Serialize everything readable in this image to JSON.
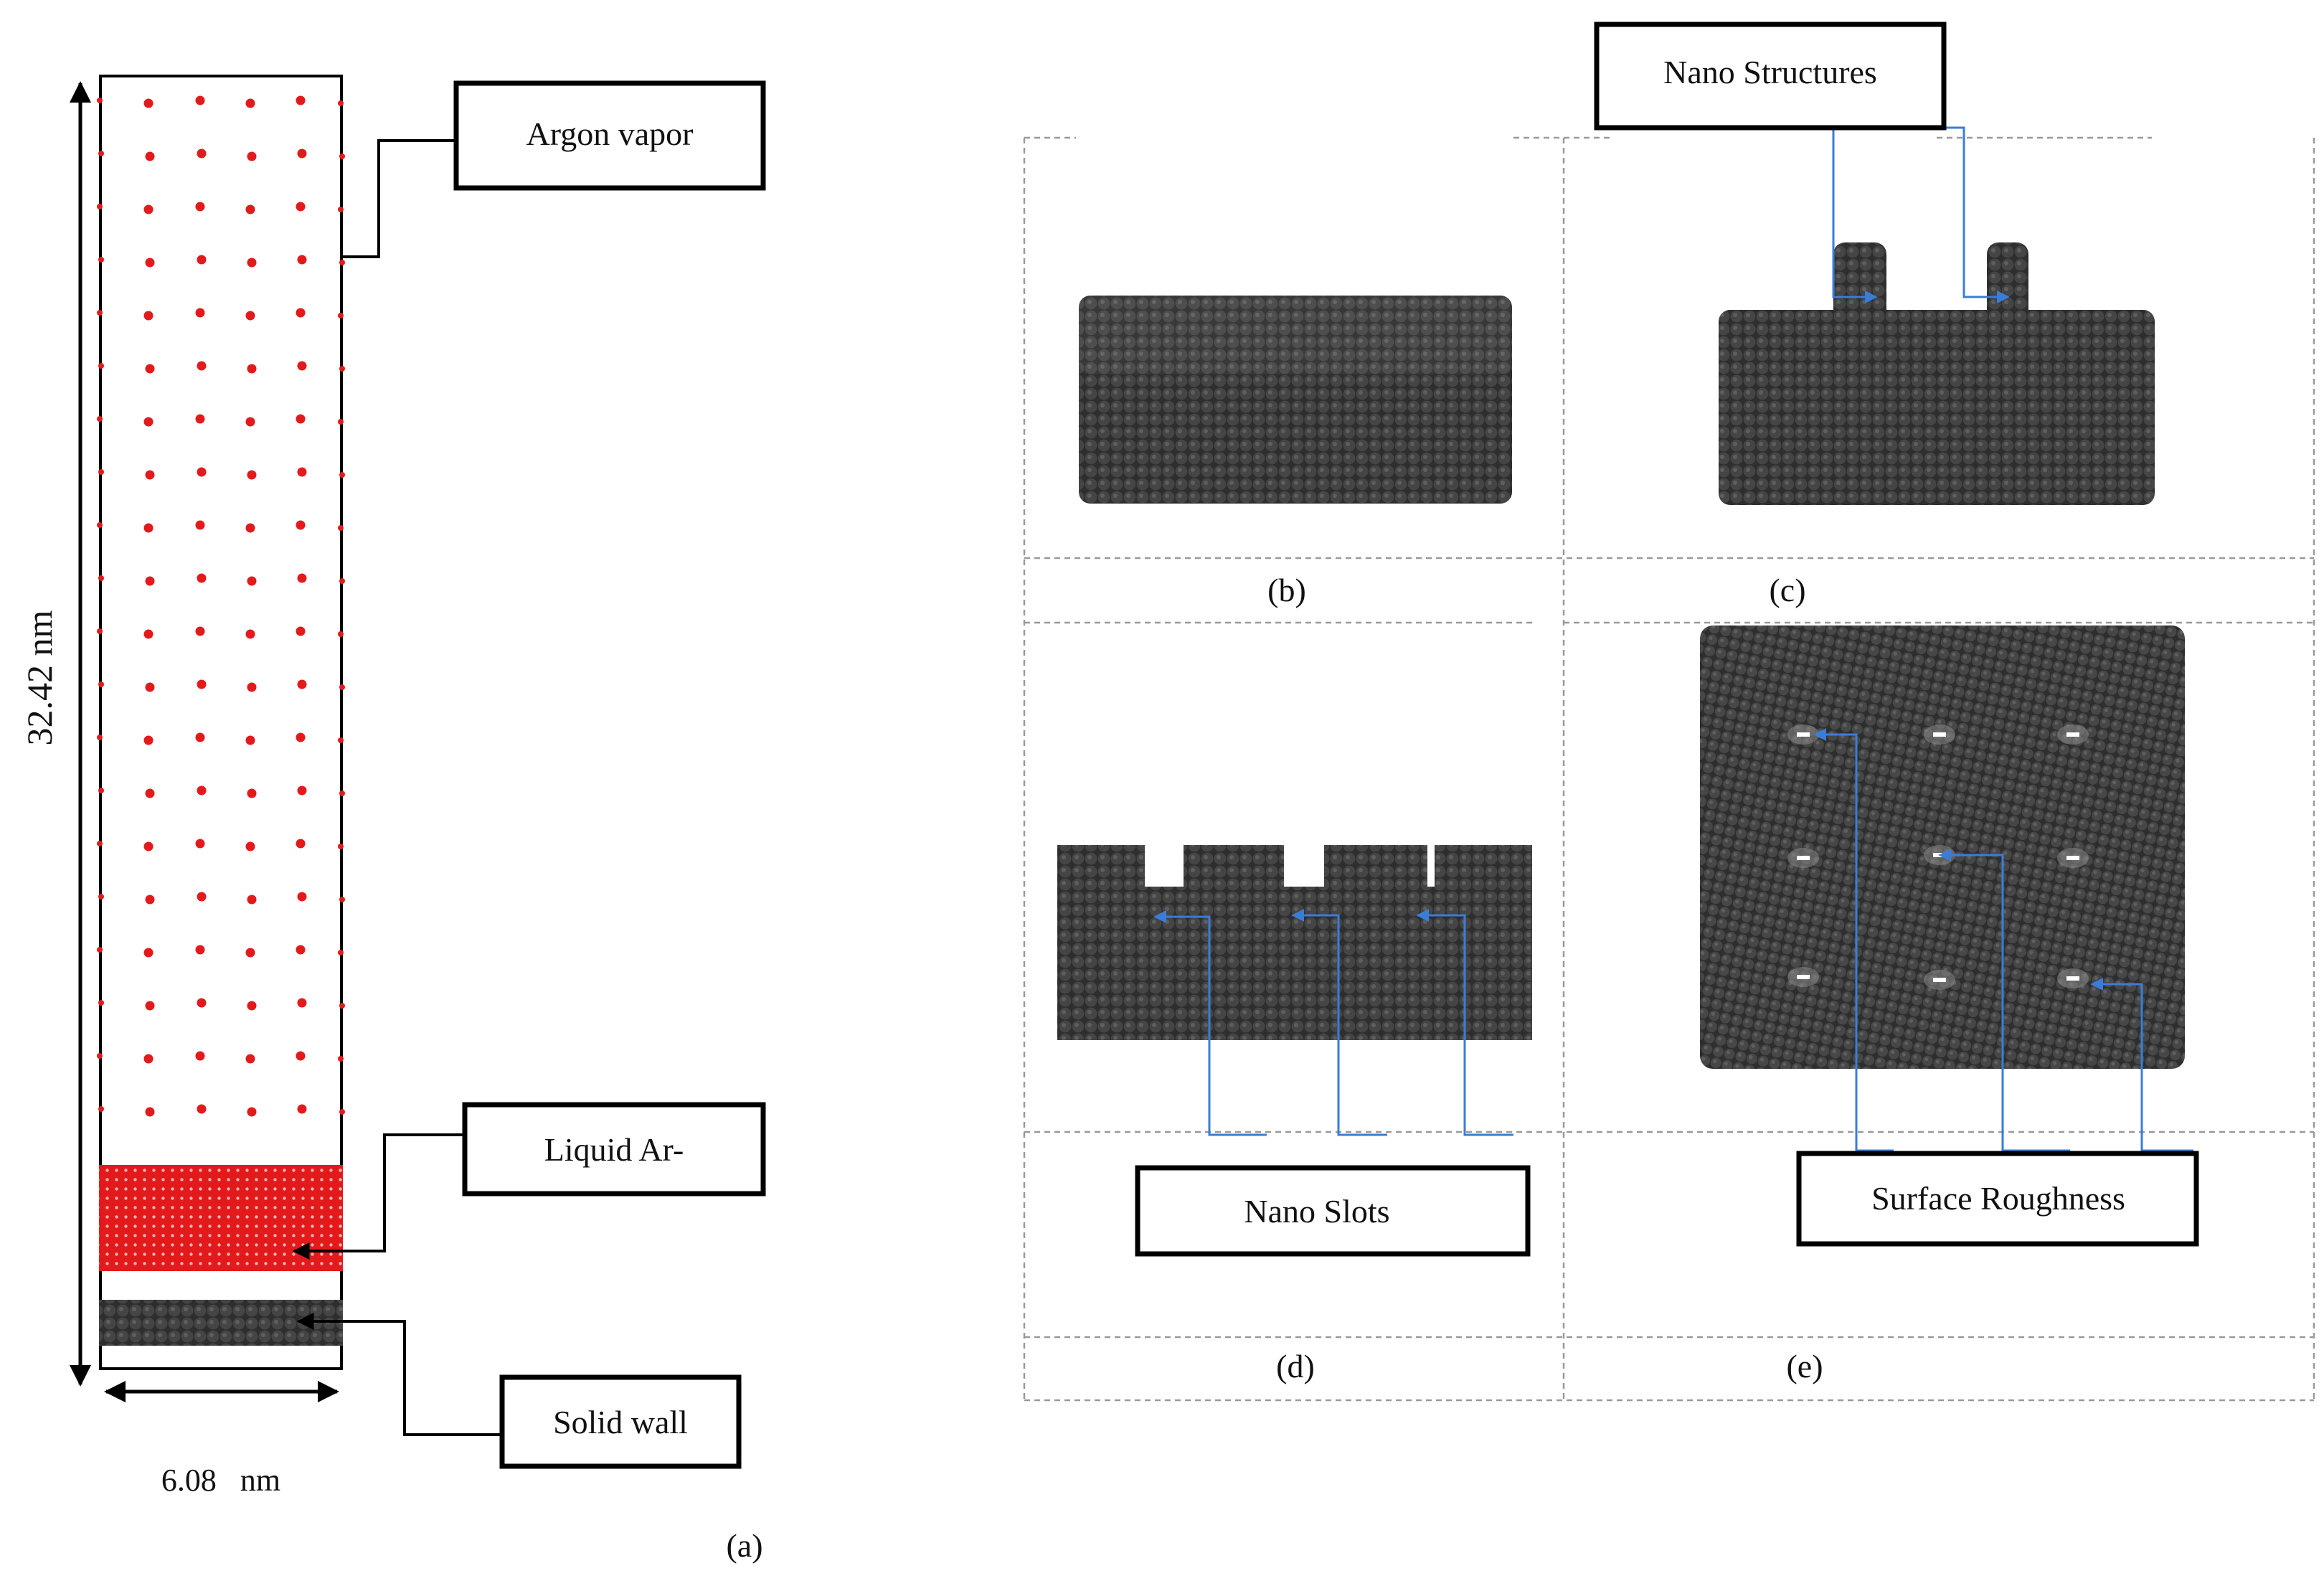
{
  "panel_a": {
    "height_dim": "32.42 nm",
    "width_dim": "6.08   nm",
    "vapor_label": "Argon vapor",
    "liquid_label": "Liquid Ar-",
    "wall_label": "Solid wall",
    "caption": "(a)"
  },
  "panel_b": {
    "caption": "(b)"
  },
  "panel_c": {
    "caption": "(c)",
    "label": "Nano Structures"
  },
  "panel_d": {
    "caption": "(d)",
    "label": "Nano Slots"
  },
  "panel_e": {
    "caption": "(e)",
    "label": "Surface Roughness"
  },
  "colors": {
    "argon": "#e31a1c",
    "solid": "#3a3a3a",
    "pointer": "#3a7dd8",
    "frame": "#999999"
  }
}
